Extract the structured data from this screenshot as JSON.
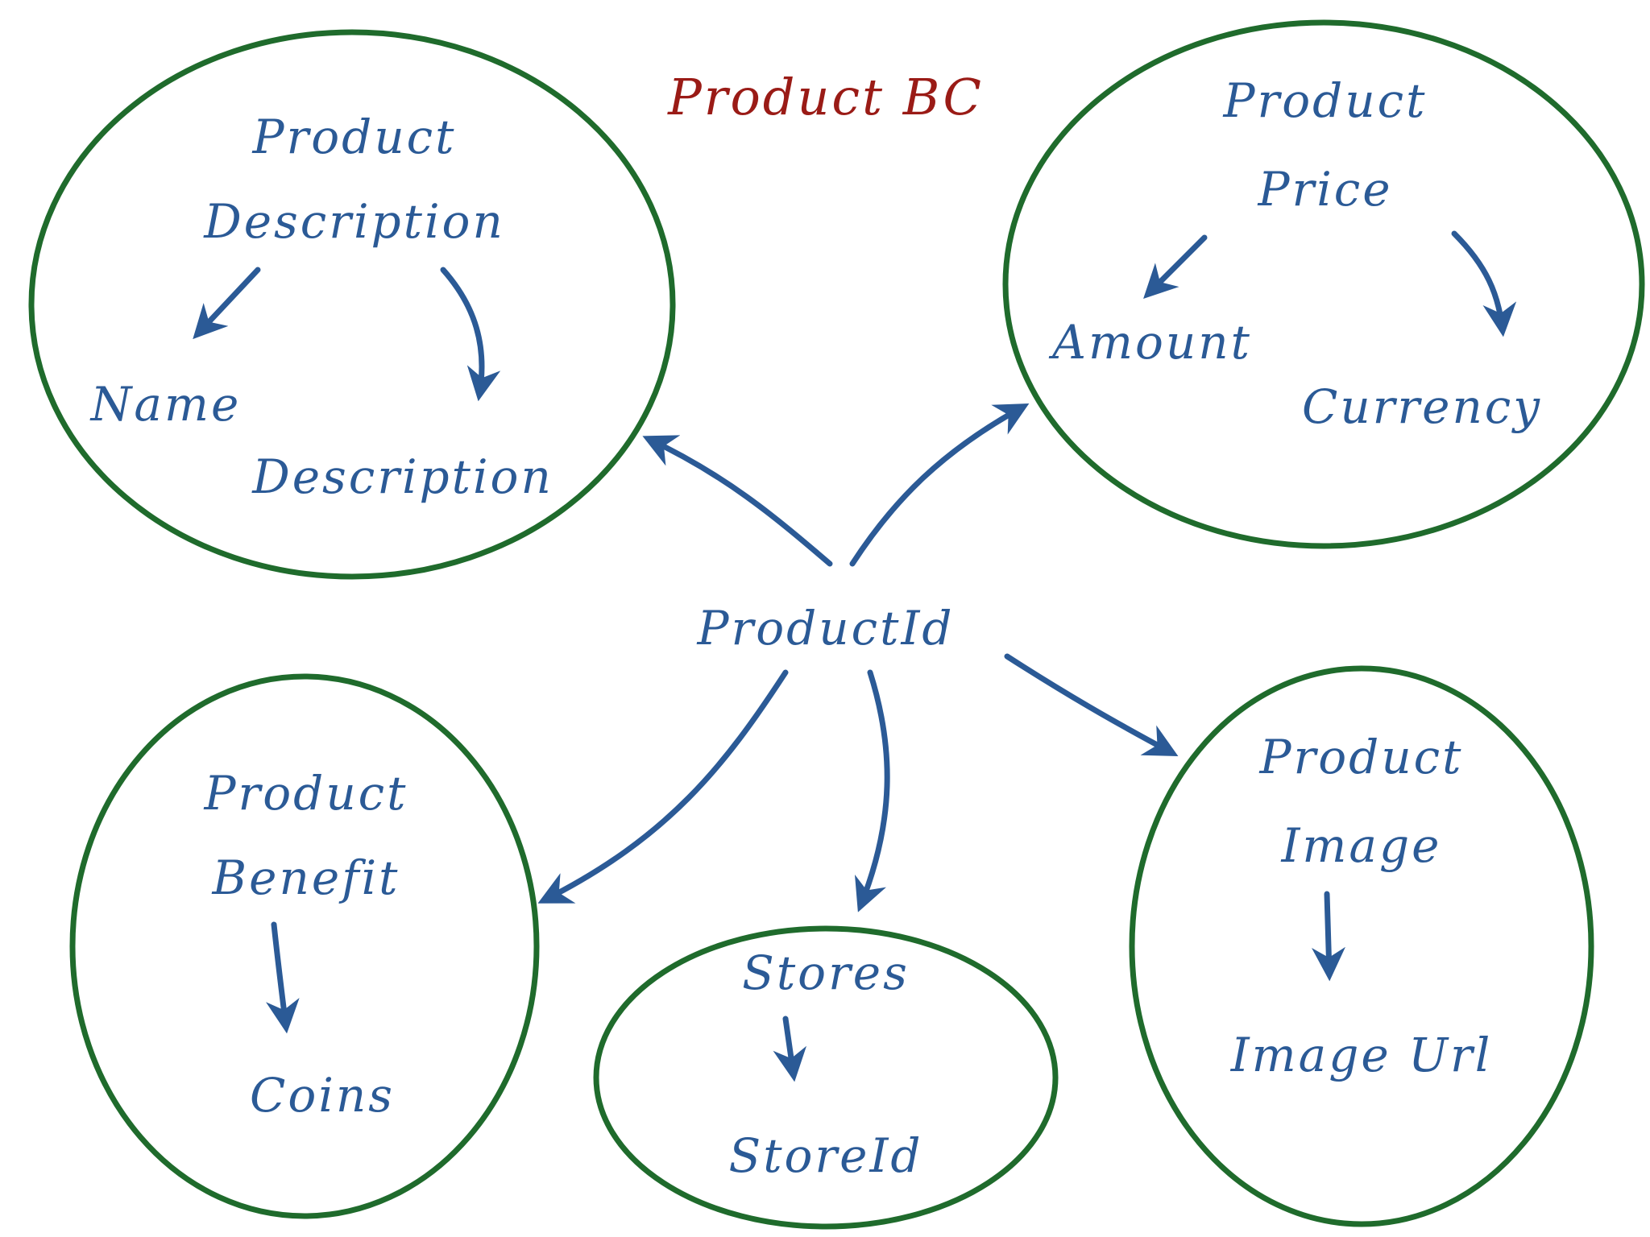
{
  "title": "Product BC",
  "center": {
    "label": "ProductId"
  },
  "bubbles": {
    "description": {
      "name": [
        "Product",
        "Description"
      ],
      "fields": [
        "Name",
        "Description"
      ]
    },
    "price": {
      "name": [
        "Product",
        "Price"
      ],
      "fields": [
        "Amount",
        "Currency"
      ]
    },
    "benefit": {
      "name": [
        "Product",
        "Benefit"
      ],
      "fields": [
        "Coins"
      ]
    },
    "stores": {
      "name": [
        "Stores"
      ],
      "fields": [
        "StoreId"
      ]
    },
    "image": {
      "name": [
        "Product",
        "Image"
      ],
      "fields": [
        "Image Url"
      ]
    }
  },
  "colors": {
    "text": "#2b5a96",
    "title": "#9a1b16",
    "bubble": "#1f6b2c",
    "background": "#ffffff"
  }
}
